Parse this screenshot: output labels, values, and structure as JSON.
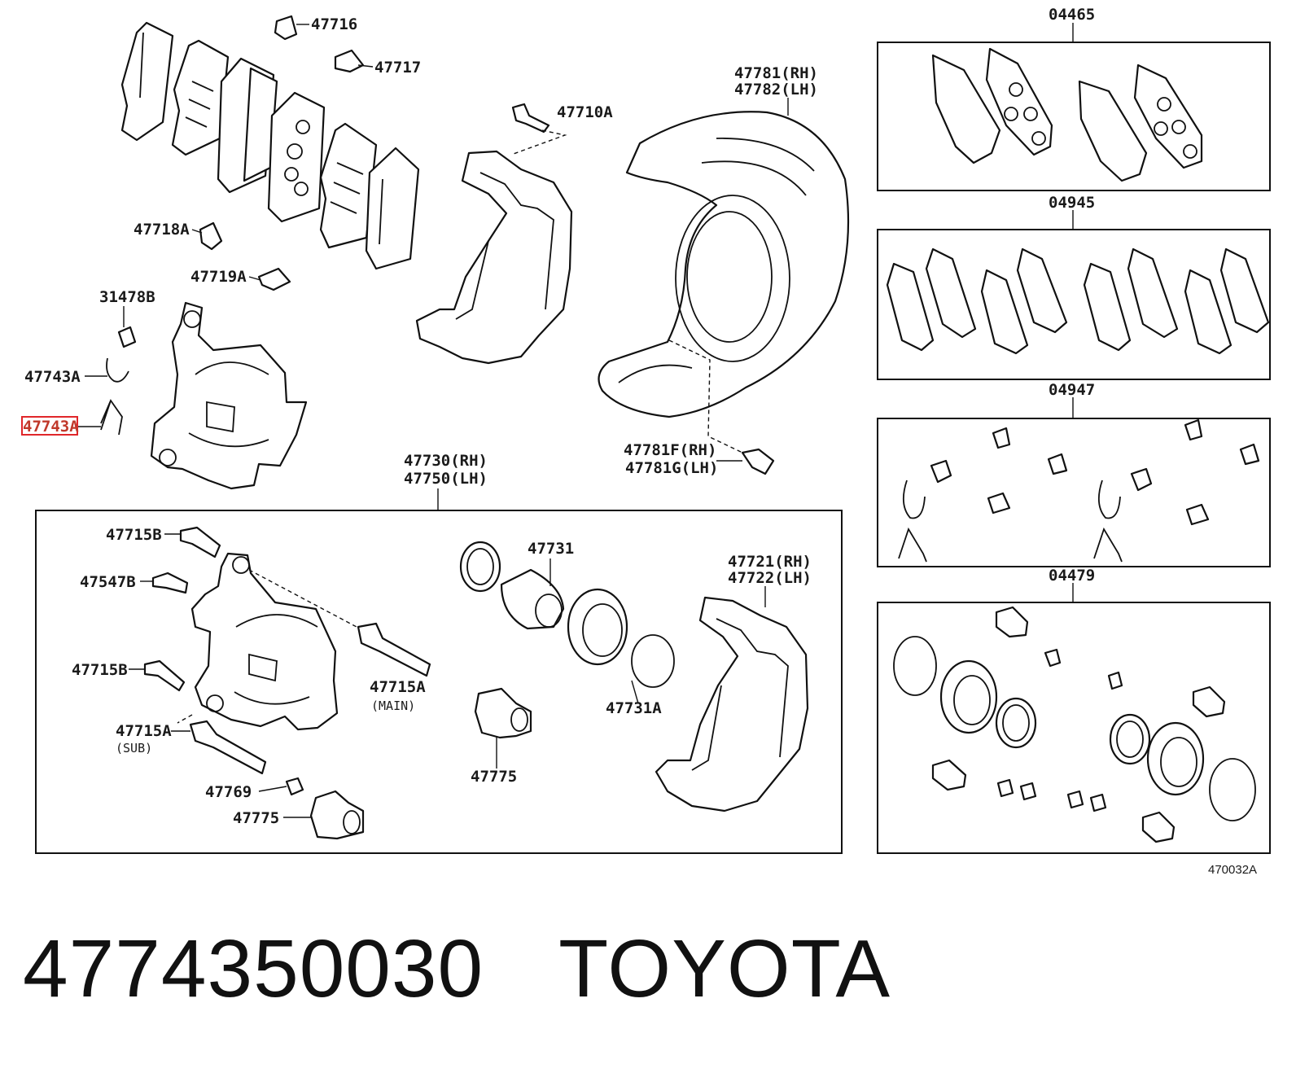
{
  "labels": {
    "p47716": "47716",
    "p47717": "47717",
    "p47710A": "47710A",
    "p47781": "47781(RH)",
    "p47782": "47782(LH)",
    "p47718A": "47718A",
    "p47719A": "47719A",
    "p31478B": "31478B",
    "p47743A_1": "47743A",
    "p47743A_2": "47743A",
    "p47781F": "47781F(RH)",
    "p47781G": "47781G(LH)",
    "p47730": "47730(RH)",
    "p47750": "47750(LH)",
    "p47715B_1": "47715B",
    "p47547B": "47547B",
    "p47715B_2": "47715B",
    "p47715A_main": "47715A",
    "main": "(MAIN)",
    "p47715A_sub": "47715A",
    "sub": "(SUB)",
    "p47769": "47769",
    "p47775_1": "47775",
    "p47731": "47731",
    "p47775_2": "47775",
    "p47731A": "47731A",
    "p47721": "47721(RH)",
    "p47722": "47722(LH)",
    "kit04465": "04465",
    "kit04945": "04945",
    "kit04947": "04947",
    "kit04479": "04479",
    "figure_code": "470032A"
  },
  "caption": {
    "part_number": "4774350030",
    "brand": "TOYOTA"
  },
  "highlight_color": "#e0262a"
}
